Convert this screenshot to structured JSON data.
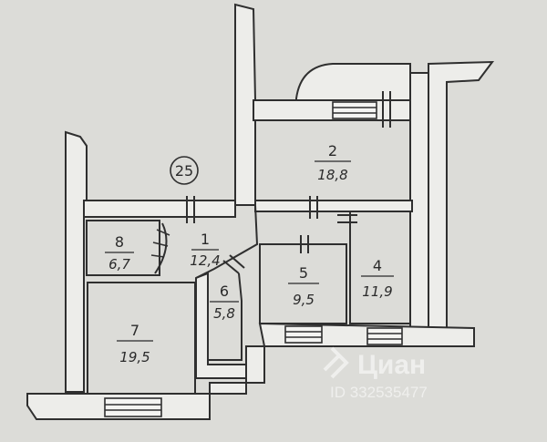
{
  "plan": {
    "apartment_number": "25",
    "rooms": [
      {
        "id": "1",
        "area": "12,4"
      },
      {
        "id": "2",
        "area": "18,8"
      },
      {
        "id": "4",
        "area": "11,9"
      },
      {
        "id": "5",
        "area": "9,5"
      },
      {
        "id": "6",
        "area": "5,8"
      },
      {
        "id": "7",
        "area": "19,5"
      },
      {
        "id": "8",
        "area": "6,7"
      }
    ]
  },
  "watermark": {
    "brand": "Циан",
    "id_text": "ID 332535477"
  },
  "colors": {
    "paper": "#dcdcd8",
    "wall": "#2f2f2f",
    "wall_fill": "#ededea"
  }
}
